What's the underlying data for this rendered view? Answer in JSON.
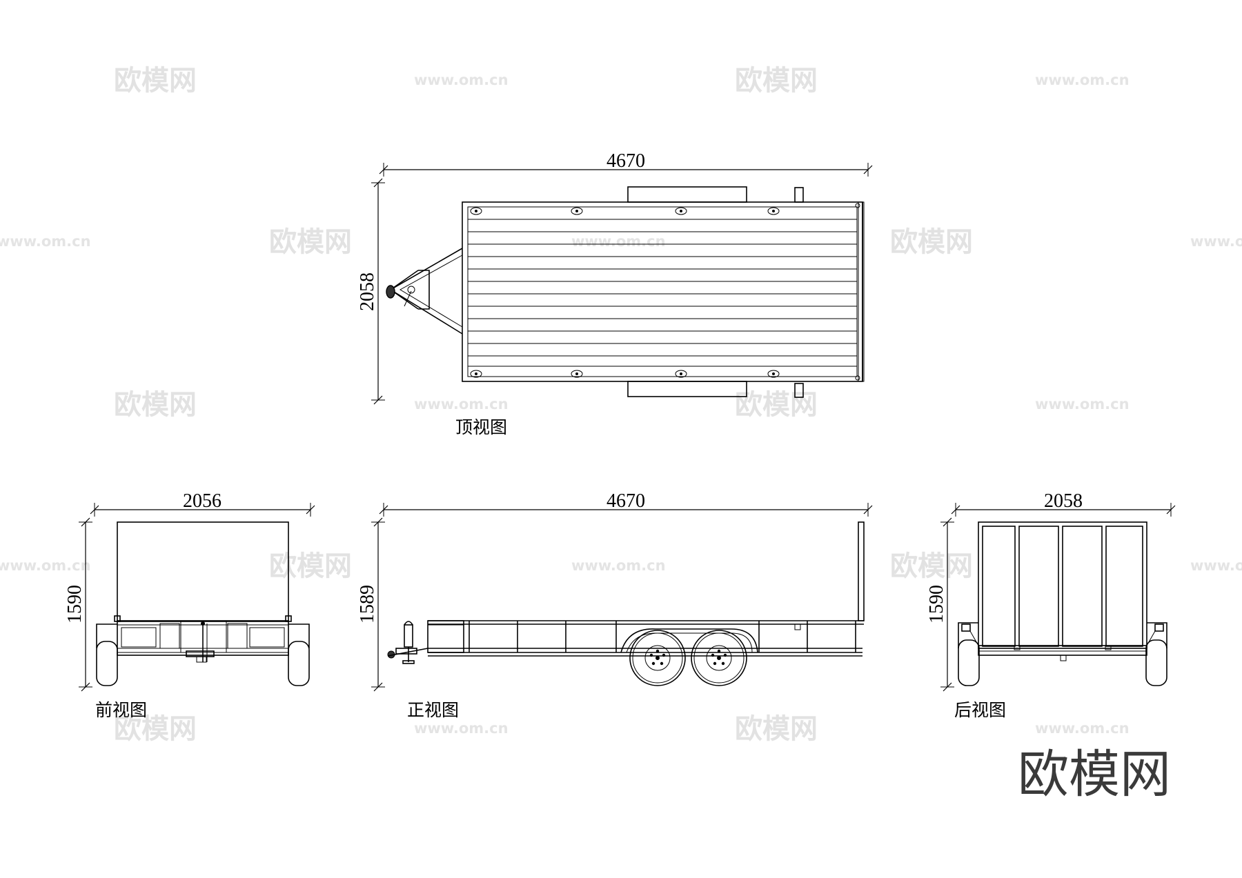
{
  "watermarks": {
    "brand": "欧模网",
    "url": "www.om.cn"
  },
  "corner_brand": "欧模网",
  "views": {
    "top": {
      "label": "顶视图",
      "width_dim": "4670",
      "height_dim": "2058"
    },
    "front": {
      "label": "前视图",
      "width_dim": "2056",
      "height_dim": "1590"
    },
    "side": {
      "label": "正视图",
      "width_dim": "4670",
      "height_dim": "1589"
    },
    "rear": {
      "label": "后视图",
      "width_dim": "2058",
      "height_dim": "1590"
    }
  }
}
